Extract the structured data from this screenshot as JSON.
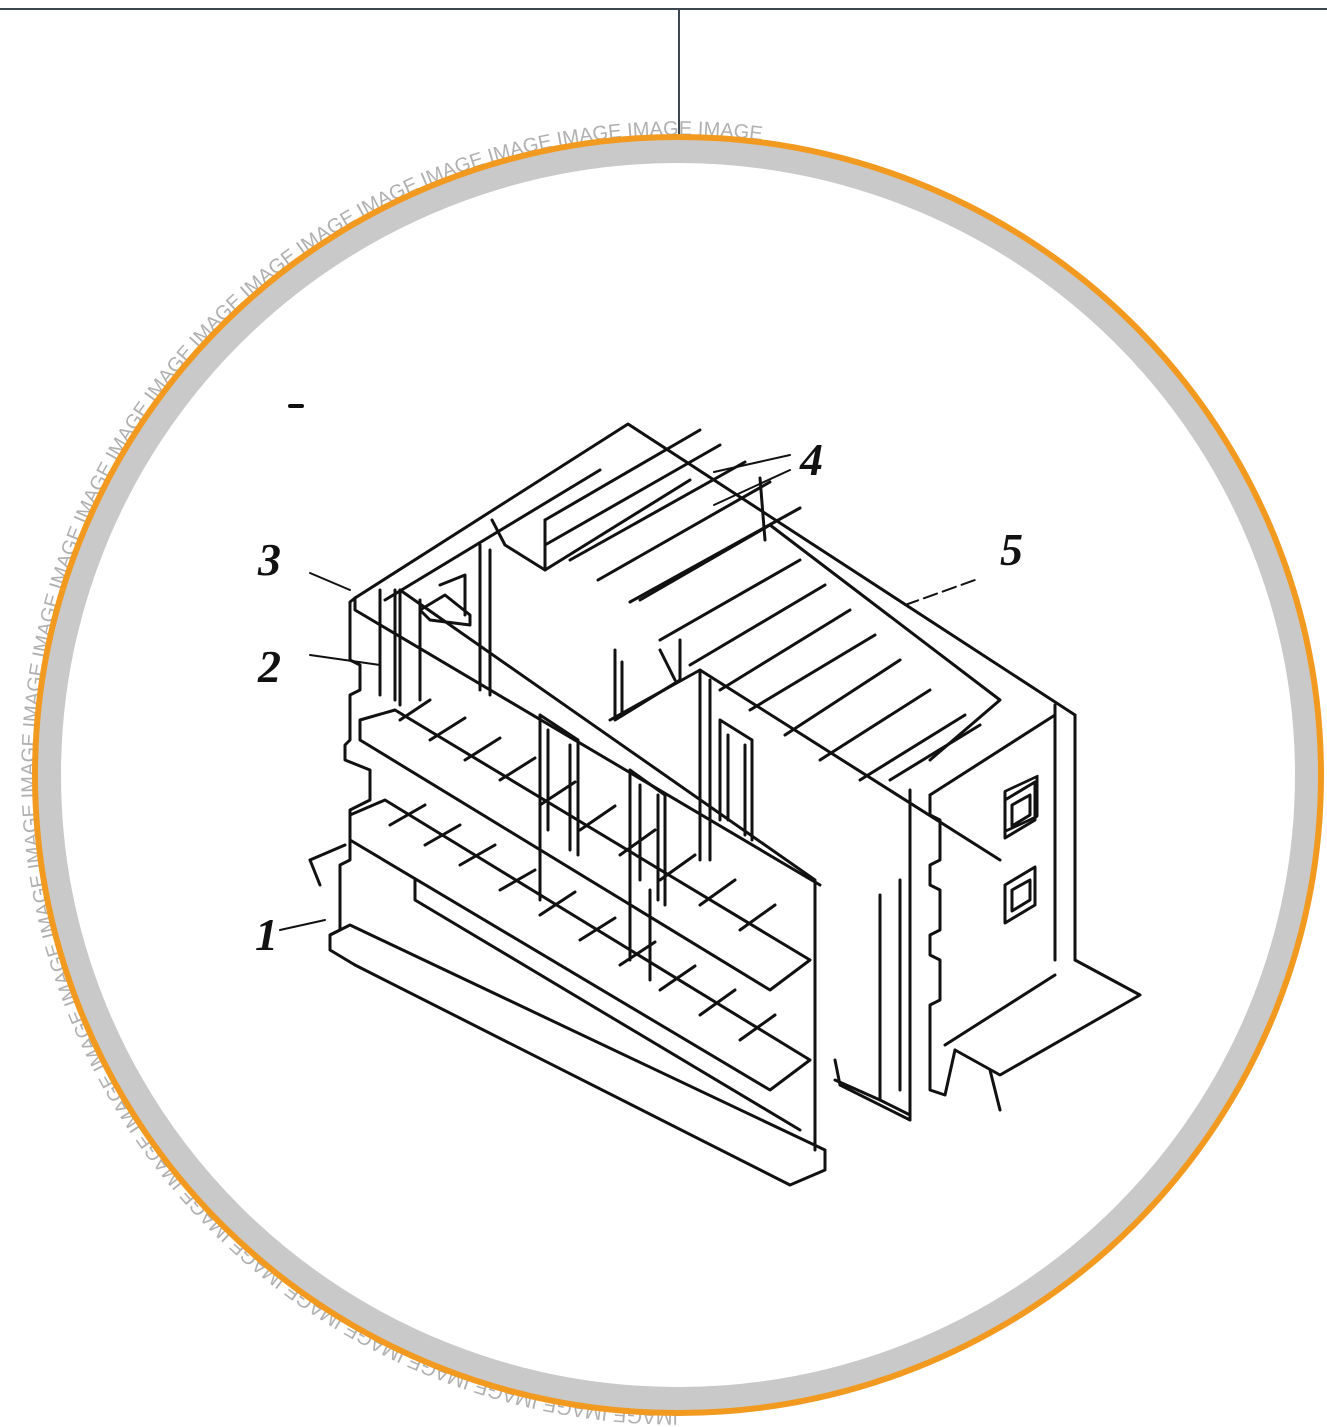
{
  "watermark_text": "IMAGE IMAGE IMAGE IMAGE IMAGE IMAGE IMAGE IMAGE IMAGE IMAGE IMAGE IMAGE IMAGE IMAGE IMAGE IMAGE IMAGE IMAGE IMAGE IMAGE IMAGE IMAGE IMAGE IMAGE IMAGE IMAGE IMAGE IMAGE IMAGE IMAGE",
  "colors": {
    "accent_ring": "#f29a1f",
    "inner_ring": "#c9c9c9",
    "rule": "#3c4650",
    "ink": "#111111"
  },
  "labels": {
    "l1": "1",
    "l2": "2",
    "l3": "3",
    "l4": "4",
    "l5": "5"
  }
}
